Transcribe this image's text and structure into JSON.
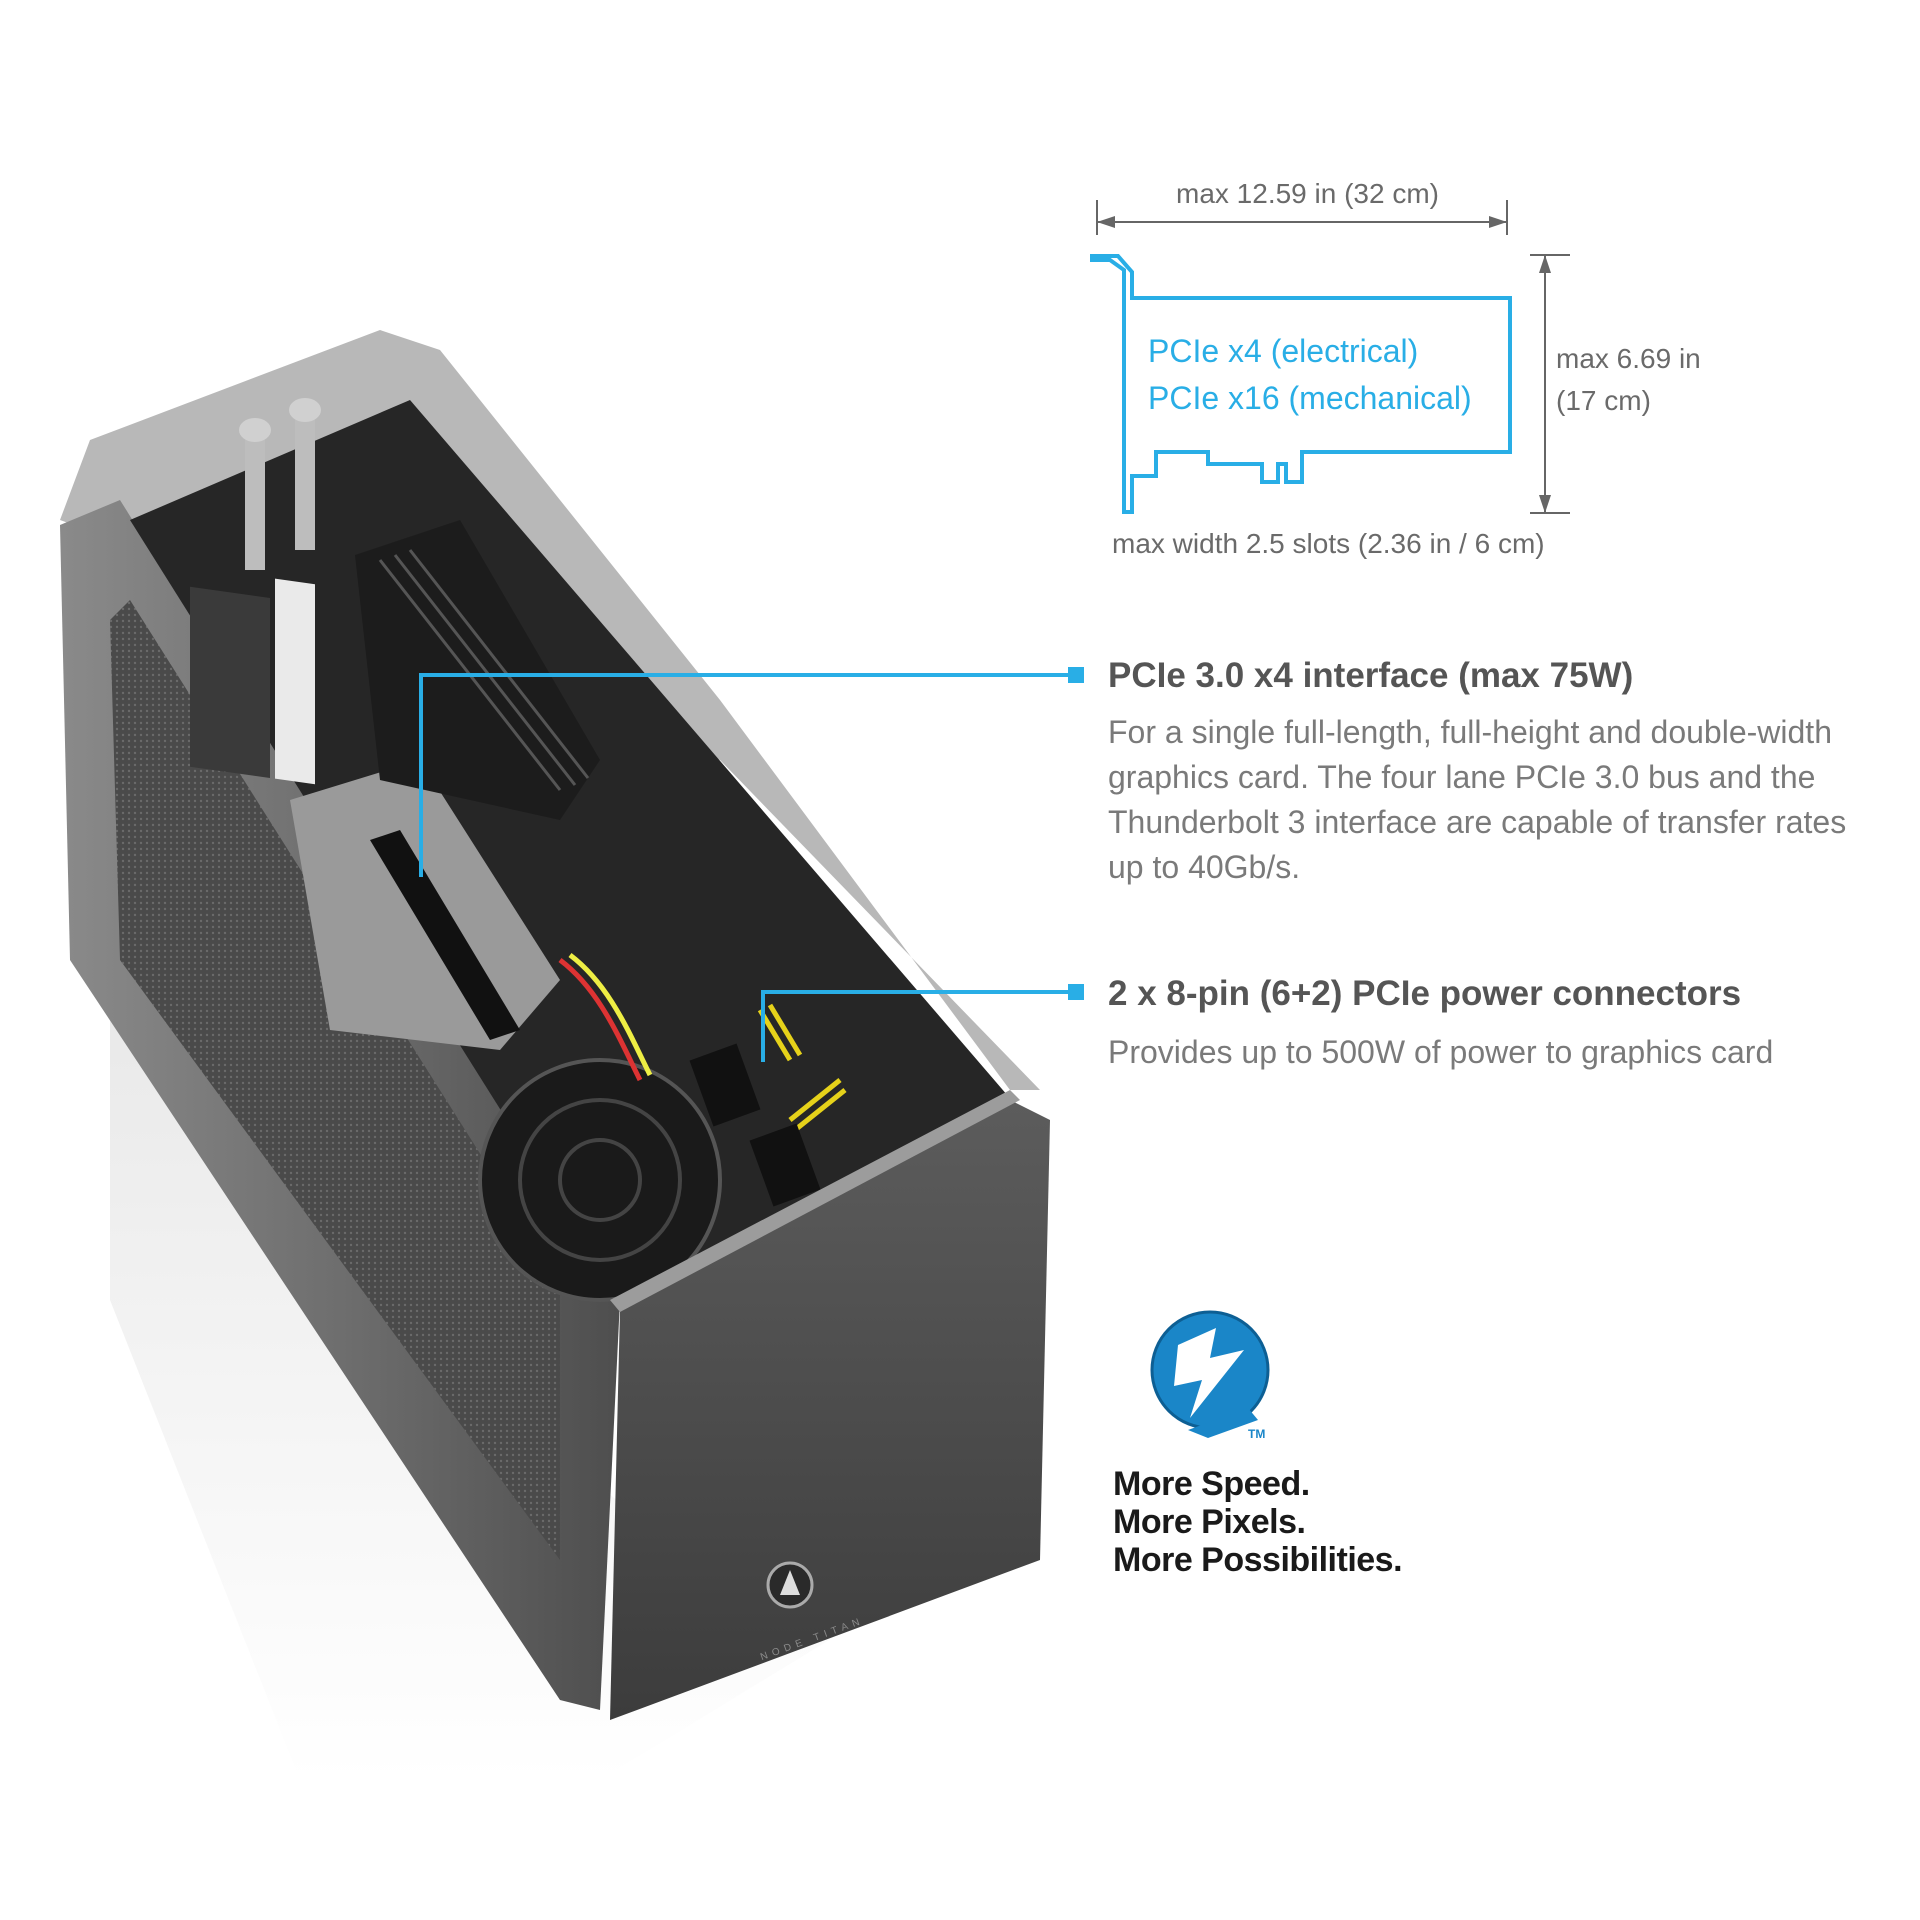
{
  "dimensions": {
    "length_label": "max 12.59 in (32 cm)",
    "height_label_line1": "max 6.69 in",
    "height_label_line2": "(17 cm)",
    "width_label": "max width 2.5 slots (2.36 in / 6 cm)",
    "card_label_line1": "PCIe x4 (electrical)",
    "card_label_line2": "PCIe x16 (mechanical)"
  },
  "features": [
    {
      "title": "PCIe 3.0 x4 interface (max 75W)",
      "desc_lines": [
        "For a single full-length, full-height and double-width",
        "graphics card. The four lane PCIe 3.0 bus and the",
        "Thunderbolt 3 interface are capable of transfer rates",
        "up to 40Gb/s."
      ]
    },
    {
      "title": "2 x 8-pin (6+2) PCIe power connectors",
      "desc_lines": [
        "Provides up to 500W of power to graphics card"
      ]
    }
  ],
  "thunderbolt": {
    "trademark": "TM",
    "slogan": [
      "More Speed.",
      "More Pixels.",
      "More Possibilities."
    ]
  },
  "product": {
    "brand_text": "NODE TITAN"
  },
  "colors": {
    "accent": "#29aee6",
    "thunderbolt_blue": "#1a86c8"
  },
  "icons": [
    "thunderbolt-icon"
  ]
}
